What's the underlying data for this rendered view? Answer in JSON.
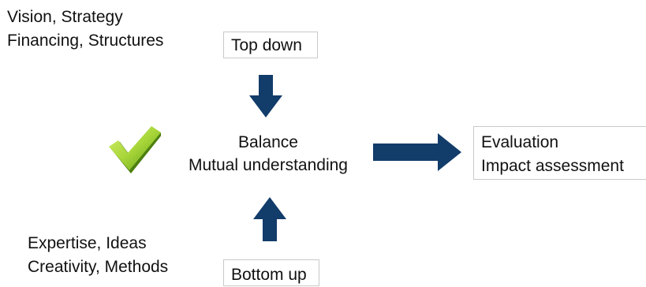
{
  "top_left": {
    "line1": "Vision, Strategy",
    "line2": "Financing, Structures"
  },
  "top_box": {
    "label": "Top down"
  },
  "center": {
    "line1": "Balance",
    "line2": "Mutual understanding"
  },
  "evaluation_box": {
    "line1": "Evaluation",
    "line2": "Impact assessment"
  },
  "bottom_left": {
    "line1": "Expertise, Ideas",
    "line2": "Creativity, Methods"
  },
  "bottom_box": {
    "label": "Bottom up"
  },
  "icons": {
    "checkmark": "checkmark-icon",
    "down_arrow": "arrow-down-icon",
    "up_arrow": "arrow-up-icon",
    "right_arrow": "arrow-right-icon"
  },
  "colors": {
    "arrow": "#123c6a",
    "check_light": "#b8e04a",
    "check_dark": "#5c9a12",
    "box_border": "#c9c9c9"
  }
}
